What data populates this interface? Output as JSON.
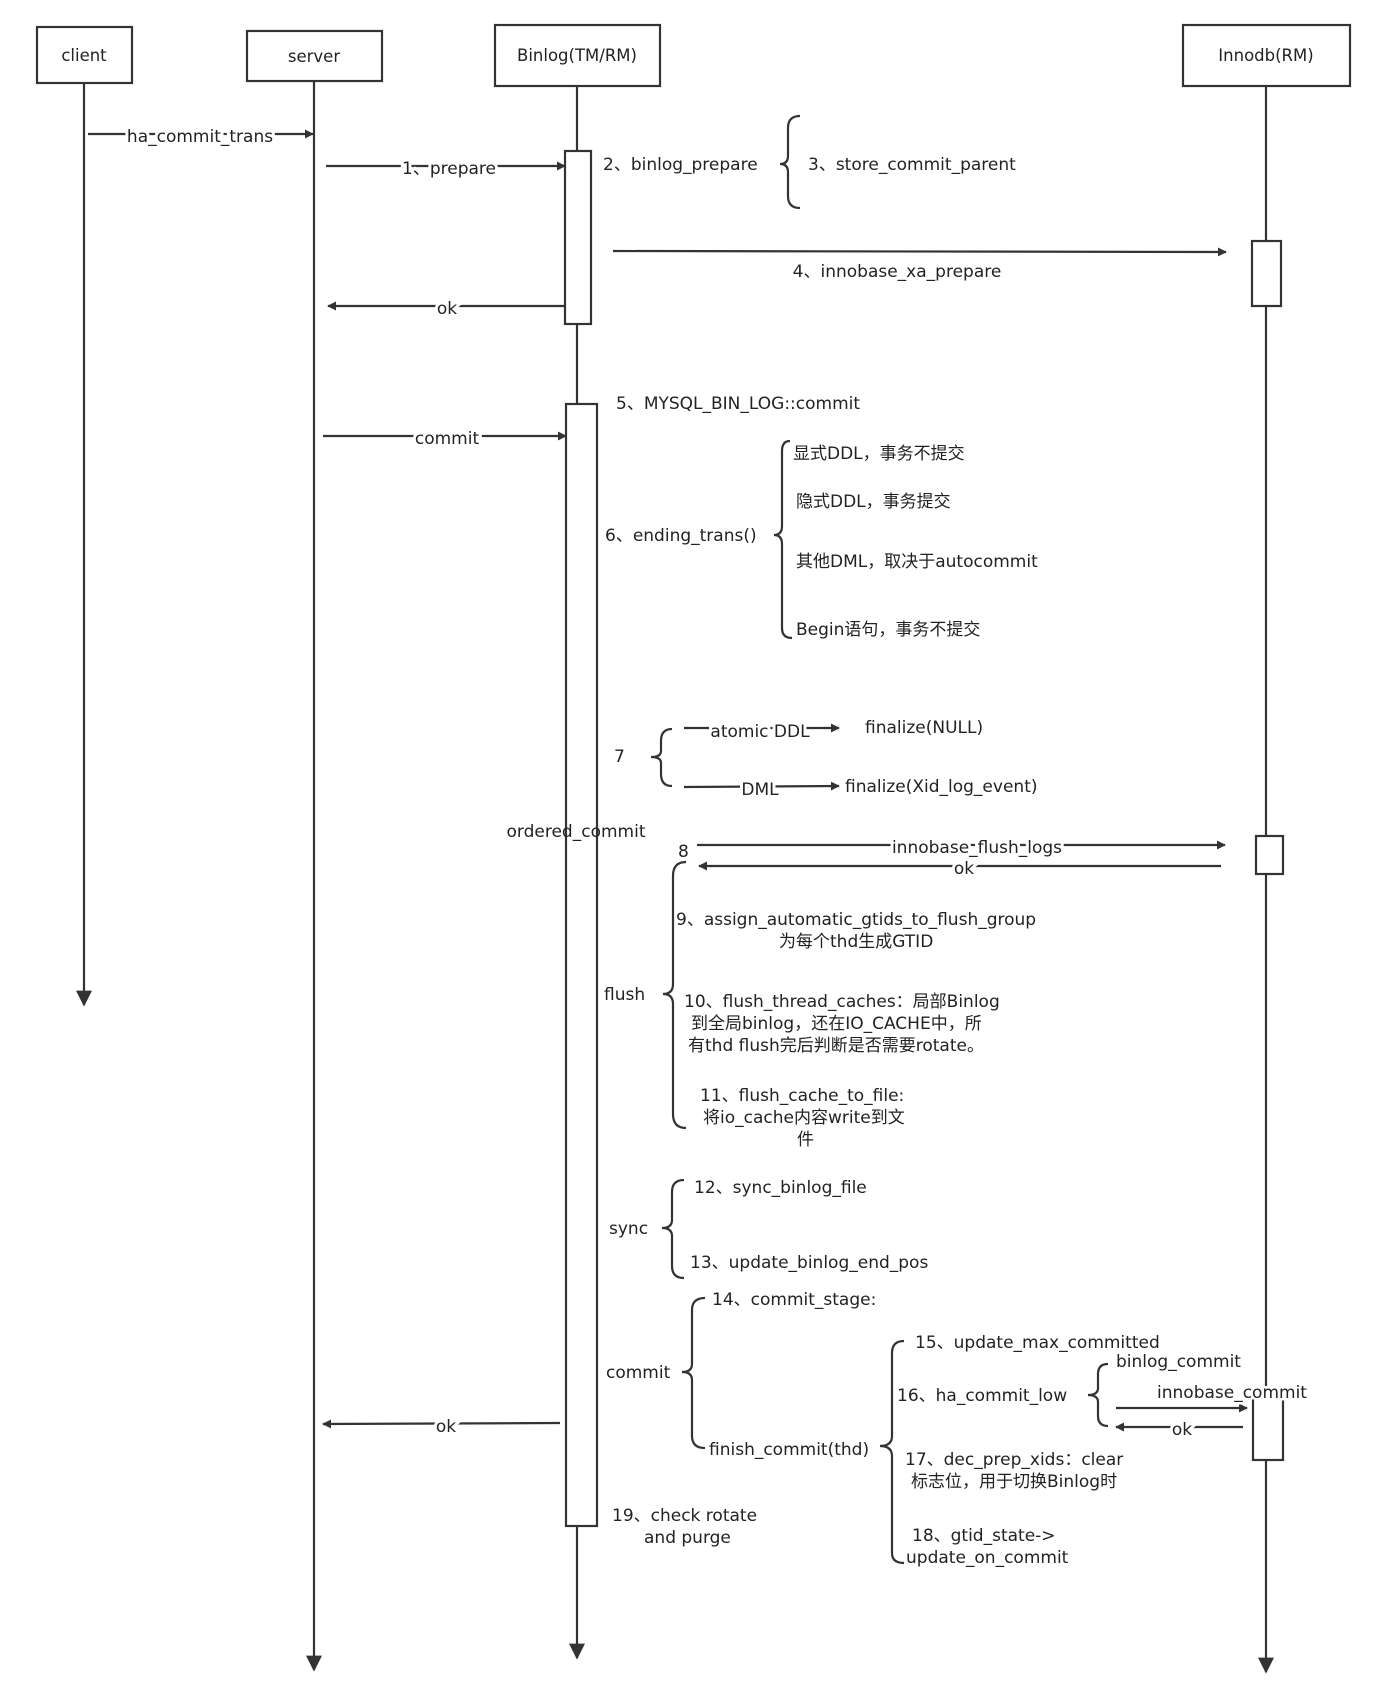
{
  "participants": {
    "client": "client",
    "server": "server",
    "binlog": "Binlog(TM/RM)",
    "innodb": "Innodb(RM)"
  },
  "messages": {
    "ha_commit_trans": "ha_commit_trans",
    "prepare": "1、prepare",
    "innobase_xa_prepare": "4、innobase_xa_prepare",
    "ok_prepare": "ok",
    "commit": "commit",
    "innobase_flush_logs": "innobase_flush_logs",
    "ok_flush": "ok",
    "ok_commit": "ok",
    "ok_innobase_commit": "ok",
    "atomic_ddl": "atomic DDL",
    "dml": "DML"
  },
  "notes": {
    "binlog_prepare": "2、binlog_prepare",
    "store_commit_parent": "3、store_commit_parent",
    "mysql_bin_log_commit": "5、MYSQL_BIN_LOG::commit",
    "ending_trans": "6、ending_trans()",
    "explicit_ddl": "显式DDL，事务不提交",
    "implicit_ddl": "隐式DDL，事务提交",
    "other_dml": "其他DML，取决于autocommit",
    "begin_stmt": "Begin语句，事务不提交",
    "step7": "7",
    "finalize_null": "finalize(NULL)",
    "finalize_xid": "finalize(Xid_log_event)",
    "ordered_commit": "ordered_commit",
    "step8": "8",
    "assign_gtids_1": "9、assign_automatic_gtids_to_flush_group",
    "assign_gtids_2": "为每个thd生成GTID",
    "flush": "flush",
    "flush_thread_caches_1": "10、flush_thread_caches：局部Binlog",
    "flush_thread_caches_2": "到全局binlog，还在IO_CACHE中，所",
    "flush_thread_caches_3": "有thd flush完后判断是否需要rotate。",
    "flush_cache_to_file_1": "11、flush_cache_to_file:",
    "flush_cache_to_file_2": "将io_cache内容write到文",
    "flush_cache_to_file_3": "件",
    "sync": "sync",
    "sync_binlog_file": "12、sync_binlog_file",
    "update_binlog_end_pos": "13、update_binlog_end_pos",
    "commit_stage_label": "commit",
    "commit_stage": "14、commit_stage:",
    "finish_commit": "finish_commit(thd)",
    "update_max_committed": "15、update_max_committed",
    "ha_commit_low": "16、ha_commit_low",
    "binlog_commit": "binlog_commit",
    "innobase_commit": "innobase_commit",
    "dec_prep_xids_1": "17、dec_prep_xids：clear",
    "dec_prep_xids_2": "标志位，用于切换Binlog时",
    "gtid_state_1": "18、gtid_state->",
    "gtid_state_2": "update_on_commit",
    "check_rotate_1": "19、check rotate",
    "check_rotate_2": "and purge"
  }
}
